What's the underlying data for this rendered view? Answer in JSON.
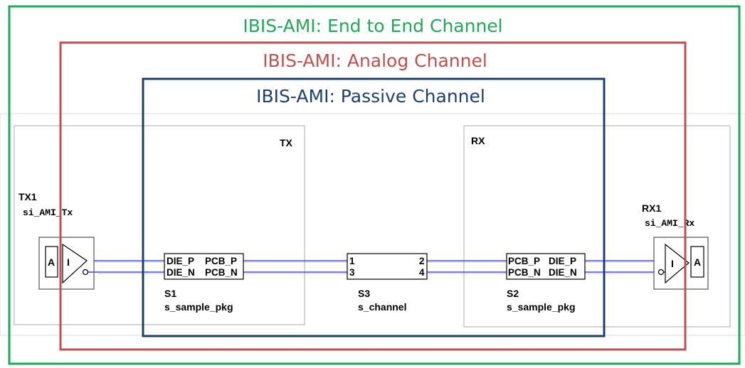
{
  "titles": {
    "end_to_end": "IBIS-AMI: End to End Channel",
    "analog": "IBIS-AMI: Analog Channel",
    "passive": "IBIS-AMI: Passive Channel"
  },
  "colors": {
    "end_to_end": "#22a858",
    "analog": "#c0504d",
    "passive": "#1f3f6e",
    "wire": "#4a4aee",
    "frame": "#b7b7b7"
  },
  "subcircuits": {
    "tx": "TX",
    "rx": "RX"
  },
  "tx1": {
    "name": "TX1",
    "model": "si_AMI_Tx",
    "pin_a": "A",
    "pin_i": "I"
  },
  "rx1": {
    "name": "RX1",
    "model": "si_AMI_Rx",
    "pin_a": "A",
    "pin_i": "I"
  },
  "s1": {
    "ref": "S1",
    "model": "s_sample_pkg",
    "pin_die_p": "DIE_P",
    "pin_pcb_p": "PCB_P",
    "pin_die_n": "DIE_N",
    "pin_pcb_n": "PCB_N"
  },
  "s2": {
    "ref": "S2",
    "model": "s_sample_pkg",
    "pin_pcb_p": "PCB_P",
    "pin_die_p": "DIE_P",
    "pin_pcb_n": "PCB_N",
    "pin_die_n": "DIE_N"
  },
  "s3": {
    "ref": "S3",
    "model": "s_channel",
    "pin_1": "1",
    "pin_2": "2",
    "pin_3": "3",
    "pin_4": "4"
  }
}
